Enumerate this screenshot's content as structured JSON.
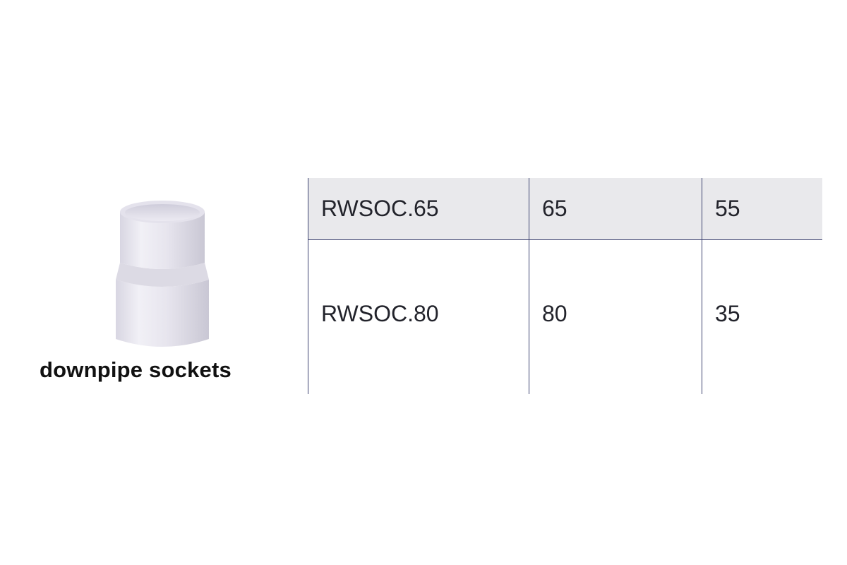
{
  "product": {
    "name": "downpipe sockets",
    "image_icon": "downpipe-socket-icon"
  },
  "spec_table": {
    "rows": [
      {
        "code": "RWSOC.65",
        "size": "65",
        "quantity": "55"
      },
      {
        "code": "RWSOC.80",
        "size": "80",
        "quantity": "35"
      }
    ]
  },
  "colors": {
    "rule": "#3c4270",
    "shaded_row": "#e9e9ec"
  }
}
